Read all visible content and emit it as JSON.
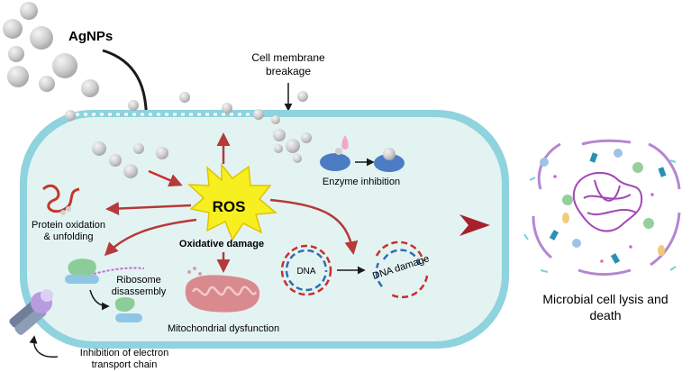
{
  "labels": {
    "agnps": "AgNPs",
    "membrane_breakage_line1": "Cell membrane",
    "membrane_breakage_line2": "breakage",
    "ros": "ROS",
    "oxidative_damage": "Oxidative damage",
    "enzyme_inhibition": "Enzyme inhibition",
    "protein_line1": "Protein oxidation",
    "protein_line2": "& unfolding",
    "ribosome_line1": "Ribosome",
    "ribosome_line2": "disassembly",
    "dna": "DNA",
    "dna_damage": "DNA damage",
    "mitochondrial": "Mitochondrial dysfunction",
    "etc_line1": "Inhibition of electron",
    "etc_line2": "transport chain",
    "lysis_line1": "Microbial cell lysis and",
    "lysis_line2": "death"
  },
  "colors": {
    "cell_wall": "#8ed3dd",
    "cytoplasm": "#e3f3f2",
    "arrow_red": "#b53a3a",
    "ros_burst": "#f7ef1f",
    "particle": "#c9c9c9",
    "dna_red": "#c7312f",
    "dna_blue": "#2b6fb3",
    "mito": "#d88a8f",
    "protein": "#c0392b",
    "lysis_dna": "#a447b5"
  }
}
